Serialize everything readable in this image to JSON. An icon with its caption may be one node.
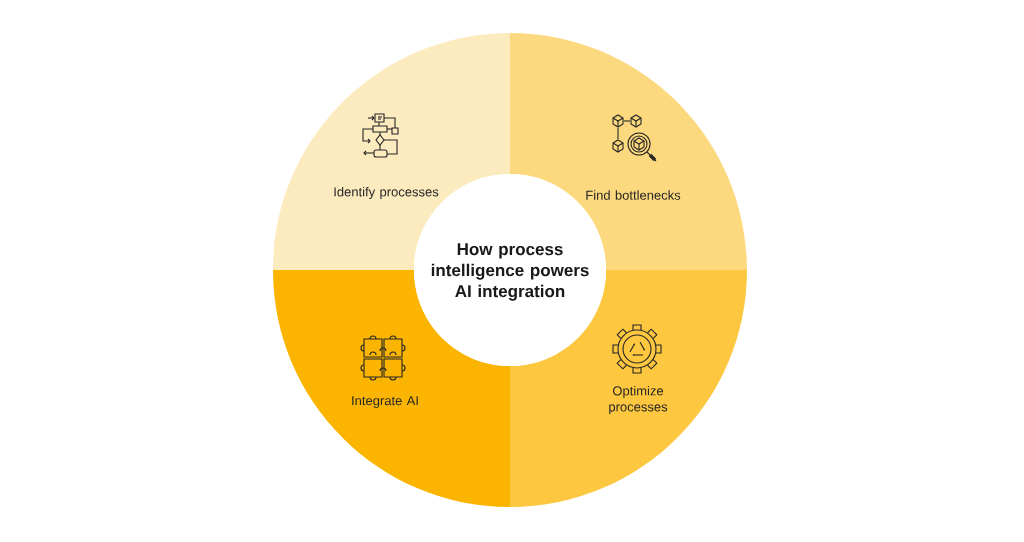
{
  "diagram": {
    "nodes": [
      {
        "text": [
          "How process intelligence powers AI integration"
        ]
      },
      {
        "text": [
          "Identify processes"
        ]
      },
      {
        "text": [
          "Find bottlenecks"
        ]
      },
      {
        "text": [
          "Integrate AI"
        ]
      },
      {
        "text": [
          "Optimize processes"
        ]
      }
    ]
  }
}
